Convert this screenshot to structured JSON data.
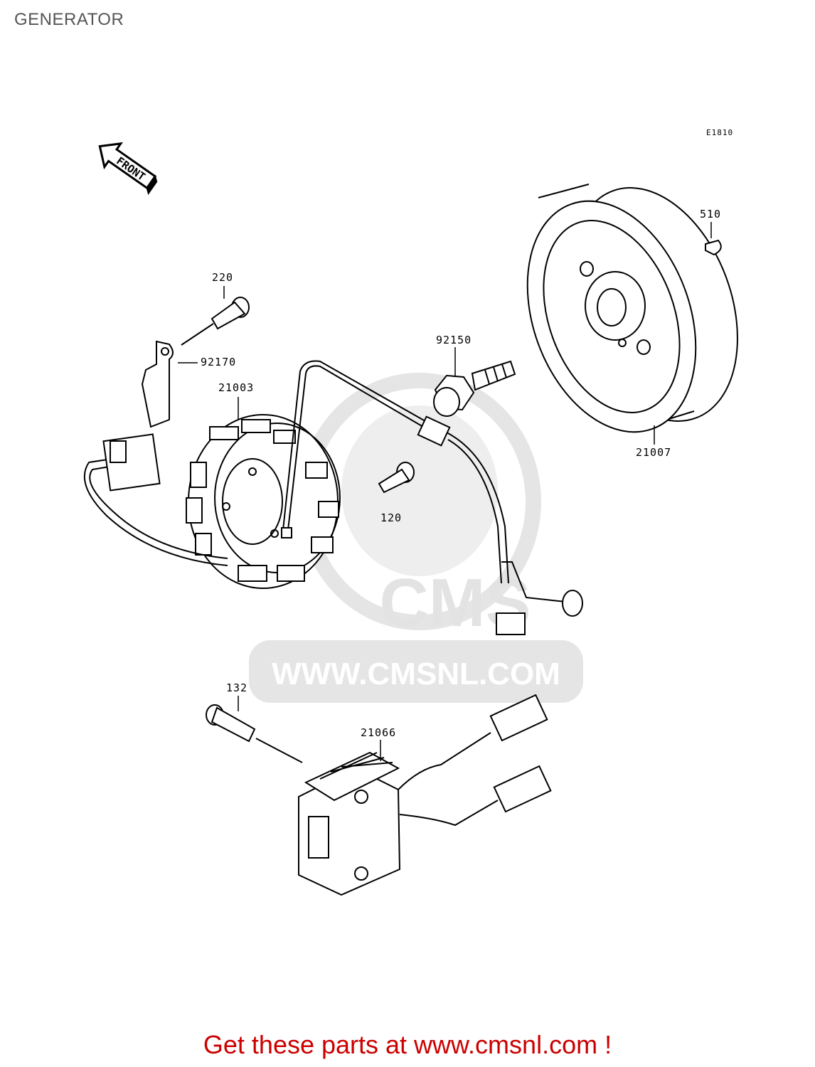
{
  "page": {
    "title": "GENERATOR"
  },
  "diagram": {
    "code": "E1810",
    "front_label": "FRONT",
    "watermark": {
      "logo": "CMS",
      "url": "WWW.CMSNL.COM"
    },
    "callouts": {
      "p220": "220",
      "p92170": "92170",
      "p21003": "21003",
      "p92150": "92150",
      "p510": "510",
      "p21007": "21007",
      "p120": "120",
      "p132": "132",
      "p21066": "21066"
    }
  },
  "footer": {
    "text": "Get these parts at www.cmsnl.com !"
  },
  "colors": {
    "footer": "#cc0000",
    "title": "#555555",
    "watermark": "#e3e3e3"
  }
}
